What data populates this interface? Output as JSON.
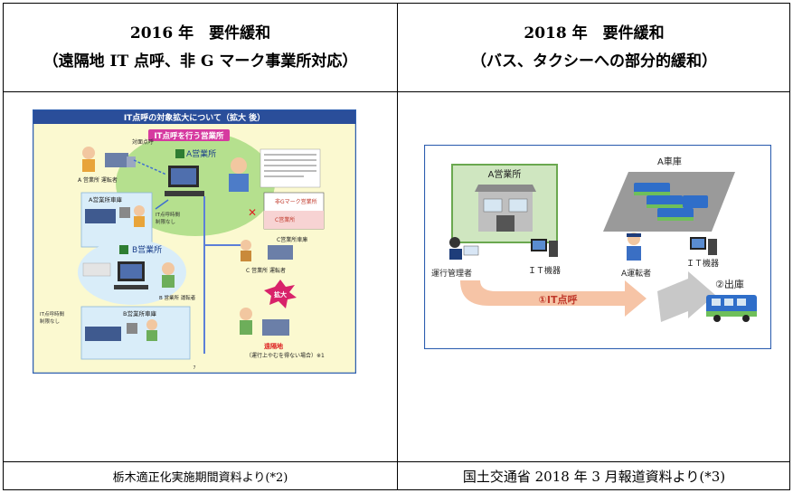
{
  "left": {
    "title": "2016 年　要件緩和",
    "subtitle": "（遠隔地 IT 点呼、非 G マーク事業所対応）",
    "source": "栃木適正化実施期間資料より(*2)",
    "figure": {
      "banner": "IT点呼の対象拡大について（拡大 後）",
      "subbanner": "IT点呼を行う営業所",
      "office_a": "A営業所",
      "office_b": "B営業所",
      "office_c": "C営業所",
      "face_to_face": "対面点呼",
      "driver_a": "A 営業所 運転者",
      "garage_a": "A営業所車庫",
      "garage_b": "B営業所車庫",
      "driver_b": "B 営業所 運転者",
      "driver_c": "C 営業所 運転者",
      "garage_c": "C営業所車庫",
      "non_g_mark": "非Gマーク営業所",
      "expansion": "拡大",
      "remote": "遠隔地",
      "remote_note": "（運行上やむを得ない場合）※1",
      "page_no": "7",
      "it_time": "IT点呼時間",
      "restriction": "制限なし"
    }
  },
  "right": {
    "title": "2018 年　要件緩和",
    "subtitle": "（バス、タクシーへの部分的緩和）",
    "source": "国土交通省 2018 年 3 月報道資料より(*3)",
    "figure": {
      "office": "A営業所",
      "garage": "A車庫",
      "manager": "運行管理者",
      "it_device_left": "ＩＴ機器",
      "it_device_right": "ＩＴ機器",
      "driver": "A運転者",
      "it_rollcall": "①IT点呼",
      "depart": "②出庫"
    }
  }
}
